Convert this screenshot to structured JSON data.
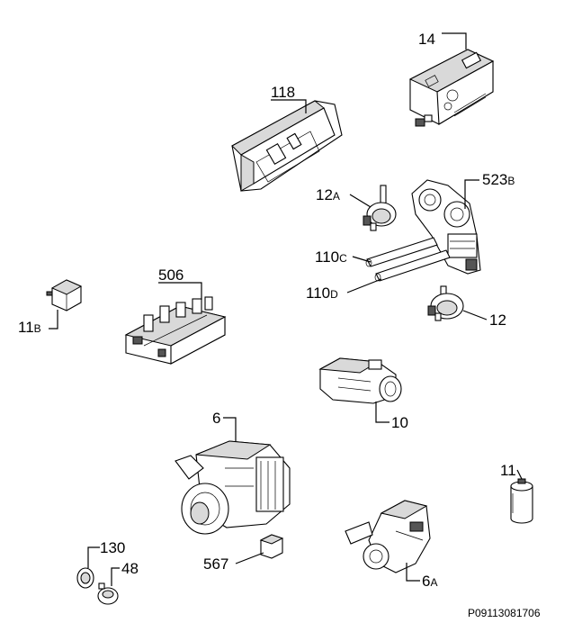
{
  "diagram": {
    "reference_code": "P09113081706",
    "callouts": [
      {
        "id": "14",
        "text": "14"
      },
      {
        "id": "118",
        "text": "118"
      },
      {
        "id": "523B",
        "main": "523",
        "suffix": "B"
      },
      {
        "id": "12A",
        "main": "12",
        "suffix": "A"
      },
      {
        "id": "110C",
        "main": "110",
        "suffix": "C"
      },
      {
        "id": "110D",
        "main": "110",
        "suffix": "D"
      },
      {
        "id": "12",
        "text": "12"
      },
      {
        "id": "506",
        "text": "506"
      },
      {
        "id": "11B",
        "main": "11",
        "suffix": "B"
      },
      {
        "id": "10",
        "text": "10"
      },
      {
        "id": "6",
        "text": "6"
      },
      {
        "id": "11",
        "text": "11"
      },
      {
        "id": "130",
        "text": "130"
      },
      {
        "id": "48",
        "text": "48"
      },
      {
        "id": "567",
        "text": "567"
      },
      {
        "id": "6A",
        "main": "6",
        "suffix": "A"
      }
    ]
  }
}
